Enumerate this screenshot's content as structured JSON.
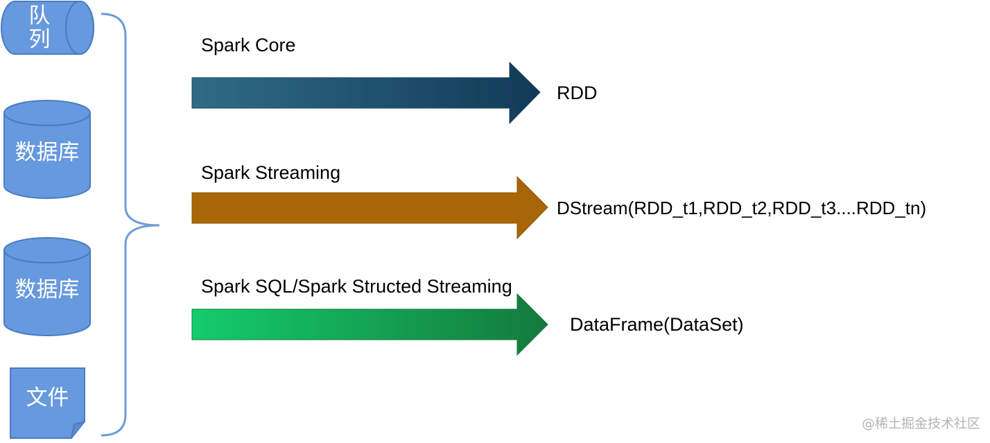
{
  "sources": {
    "queue": "队列",
    "database_1": "数据库",
    "database_2": "数据库",
    "file": "文件"
  },
  "pipelines": [
    {
      "label": "Spark Core",
      "output": "RDD",
      "colors": [
        "#2f6b85",
        "#123a57"
      ]
    },
    {
      "label": "Spark Streaming",
      "output": "DStream(RDD_t1,RDD_t2,RDD_t3....RDD_tn)",
      "colors": [
        "#a86606",
        "#a86606"
      ]
    },
    {
      "label": "Spark SQL/Spark Structed Streaming",
      "output": "DataFrame(DataSet)",
      "colors": [
        "#14cc6c",
        "#137a3c"
      ]
    }
  ],
  "colors": {
    "shape_fill": "#6699dd",
    "shape_stroke": "#4a7cc0",
    "brace": "#6f9bd6"
  },
  "watermark": "@稀土掘金技术社区"
}
